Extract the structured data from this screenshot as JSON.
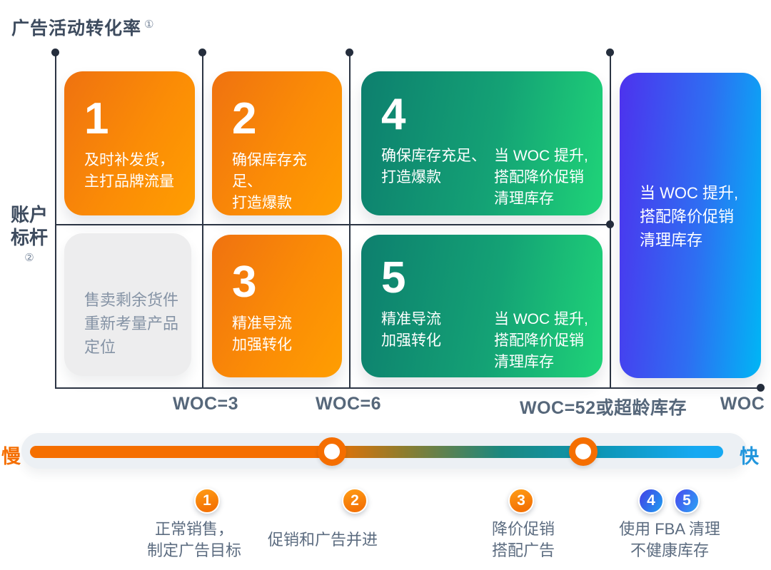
{
  "title": {
    "text": "广告活动转化率",
    "footnote_mark": "①"
  },
  "y_axis": {
    "label_lines": [
      "账户",
      "标杆"
    ],
    "footnote_mark": "②"
  },
  "x_axis": {
    "ticks": [
      "WOC=3",
      "WOC=6",
      "WOC=52或超龄库存",
      "WOC"
    ]
  },
  "matrix": {
    "box1": {
      "number": "1",
      "lines": [
        "及时补发货，",
        "主打品牌流量"
      ]
    },
    "box2": {
      "number": "2",
      "lines": [
        "确保库存充足、",
        "打造爆款"
      ]
    },
    "box3": {
      "number": "3",
      "lines": [
        "精准导流",
        "加强转化"
      ]
    },
    "box4": {
      "number": "4",
      "col1": [
        "确保库存充足、",
        "打造爆款"
      ],
      "col2": [
        "当 WOC 提升,",
        "搭配降价促销",
        "清理库存"
      ]
    },
    "box5": {
      "number": "5",
      "col1": [
        "精准导流",
        "加强转化"
      ],
      "col2": [
        "当 WOC 提升,",
        "搭配降价促销",
        "清理库存"
      ]
    },
    "box_blue": {
      "lines": [
        "当 WOC 提升,",
        "搭配降价促销",
        "清理库存"
      ]
    },
    "box_gray": {
      "lines": [
        "售卖剩余货件",
        "重新考量产品",
        "定位"
      ]
    }
  },
  "slider": {
    "left_label": "慢",
    "right_label": "快"
  },
  "legend": {
    "items": [
      {
        "badges": [
          "1"
        ],
        "lines": [
          "正常销售，",
          "制定广告目标"
        ]
      },
      {
        "badges": [
          "2"
        ],
        "lines": [
          "促销和广告并进"
        ]
      },
      {
        "badges": [
          "3"
        ],
        "lines": [
          "降价促销",
          "搭配广告"
        ]
      },
      {
        "badges": [
          "4",
          "5"
        ],
        "lines": [
          "使用 FBA 清理",
          "不健康库存"
        ]
      }
    ]
  },
  "colors": {
    "orange_start": "#ef7210",
    "orange_end": "#ff9e01",
    "green_start": "#0d7f6e",
    "green_end": "#1fd478",
    "blue_start": "#4d32ee",
    "blue_end": "#00b6f5",
    "gray_box": "#ededee",
    "gray_text": "#8593a5",
    "title_slate": "#3d4b5e",
    "axis_label": "#56677a",
    "grid_line": "#2c3544",
    "slider_orange": "#f56e00",
    "slider_teal": "#1a887f",
    "slider_blue": "#16a9f2",
    "slow_label": "#f56e00",
    "fast_label": "#2196dd"
  }
}
